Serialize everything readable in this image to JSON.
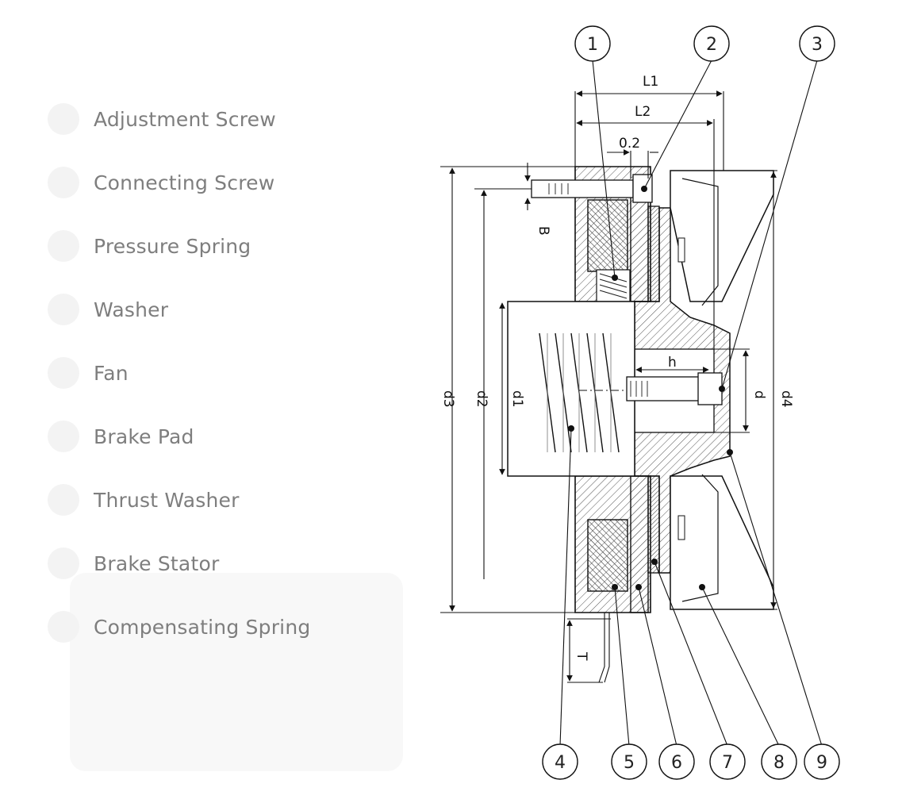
{
  "legend": {
    "items": [
      {
        "label": "Adjustment Screw"
      },
      {
        "label": "Connecting Screw"
      },
      {
        "label": "Pressure Spring"
      },
      {
        "label": "Washer"
      },
      {
        "label": "Fan"
      },
      {
        "label": "Brake Pad"
      },
      {
        "label": "Thrust Washer"
      },
      {
        "label": "Brake Stator"
      },
      {
        "label": "Compensating Spring"
      }
    ]
  },
  "drawing": {
    "callouts_top": [
      "1",
      "2",
      "3"
    ],
    "callouts_bottom": [
      "4",
      "5",
      "6",
      "7",
      "8",
      "9"
    ],
    "dimensions": {
      "L1": "L1",
      "L2": "L2",
      "gap": "0.2",
      "B": "B",
      "d1": "d1",
      "d2": "d2",
      "d3": "d3",
      "d4": "d4",
      "d": "d",
      "h": "h",
      "T": "T"
    }
  }
}
